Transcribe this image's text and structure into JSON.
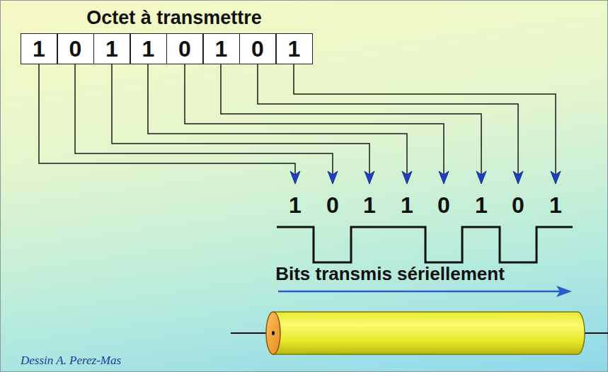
{
  "diagram": {
    "title": "Octet à transmettre",
    "nodes": [
      {
        "text": [
          "1"
        ]
      },
      {
        "text": [
          "0"
        ]
      },
      {
        "text": [
          "1"
        ]
      },
      {
        "text": [
          "1"
        ]
      },
      {
        "text": [
          "0"
        ]
      },
      {
        "text": [
          "1"
        ]
      },
      {
        "text": [
          "0"
        ]
      },
      {
        "text": [
          "1"
        ]
      }
    ],
    "labels": [
      "1",
      "0",
      "1",
      "1",
      "0",
      "1",
      "0",
      "1",
      "Bits transmis sériellement",
      "Dessin A. Perez-Mas"
    ]
  }
}
